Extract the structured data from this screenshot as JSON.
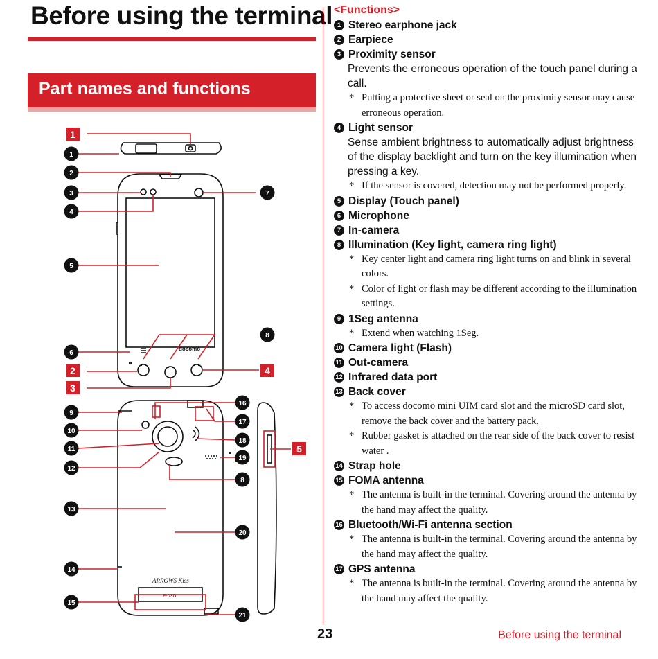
{
  "header": {
    "title": "Before using the terminal"
  },
  "section": {
    "title": "Part names and functions"
  },
  "diagram": {
    "square_labels": [
      "1",
      "2",
      "3",
      "4",
      "5"
    ],
    "callouts": [
      "1",
      "2",
      "3",
      "4",
      "5",
      "6",
      "7",
      "8",
      "9",
      "10",
      "11",
      "12",
      "13",
      "14",
      "15",
      "16",
      "17",
      "18",
      "19",
      "20",
      "21"
    ],
    "front_brand": "docomo",
    "back_brand": "ARROWS Kiss",
    "back_model": "F-03D"
  },
  "functions": {
    "heading": "<Functions>",
    "items": [
      {
        "num": "1",
        "title": "Stereo earphone jack"
      },
      {
        "num": "2",
        "title": "Earpiece"
      },
      {
        "num": "3",
        "title": "Proximity sensor",
        "desc": "Prevents the erroneous operation of the touch panel during a call.",
        "notes": [
          "Putting a protective sheet or seal on the proximity sensor may cause erroneous operation."
        ]
      },
      {
        "num": "4",
        "title": "Light sensor",
        "desc": "Sense ambient brightness to automatically adjust brightness of the display backlight and turn on the key illumination when pressing a key.",
        "notes": [
          "If the sensor is covered, detection may not be performed properly."
        ]
      },
      {
        "num": "5",
        "title": "Display (Touch panel)"
      },
      {
        "num": "6",
        "title": "Microphone"
      },
      {
        "num": "7",
        "title": "In-camera"
      },
      {
        "num": "8",
        "title": "Illumination (Key light, camera ring light)",
        "notes": [
          "Key center light and camera ring light turns on and blink in several colors.",
          "Color of light or flash may be different according to the illumination settings."
        ]
      },
      {
        "num": "9",
        "title": "1Seg antenna",
        "notes": [
          "Extend when watching 1Seg."
        ]
      },
      {
        "num": "10",
        "title": "Camera light (Flash)"
      },
      {
        "num": "11",
        "title": "Out-camera"
      },
      {
        "num": "12",
        "title": "Infrared data port"
      },
      {
        "num": "13",
        "title": "Back cover",
        "notes": [
          "To access docomo mini UIM card slot and the microSD card slot, remove the back cover and the battery pack.",
          "Rubber gasket is attached on the rear side of the back cover to resist water ."
        ]
      },
      {
        "num": "14",
        "title": "Strap hole"
      },
      {
        "num": "15",
        "title": "FOMA antenna",
        "notes": [
          "The antenna is built-in the terminal. Covering around the antenna by the hand may affect the quality."
        ]
      },
      {
        "num": "16",
        "title": "Bluetooth/Wi-Fi antenna section",
        "notes": [
          "The antenna is built-in the terminal. Covering around the antenna by the hand may affect the quality."
        ]
      },
      {
        "num": "17",
        "title": "GPS antenna",
        "notes": [
          "The antenna is built-in the terminal. Covering around the antenna by the hand may affect the quality."
        ]
      }
    ]
  },
  "footer": {
    "page": "23",
    "title": "Before using the terminal"
  },
  "colors": {
    "accent": "#d42029",
    "accent_light": "#e9a7a7",
    "text": "#111111"
  }
}
